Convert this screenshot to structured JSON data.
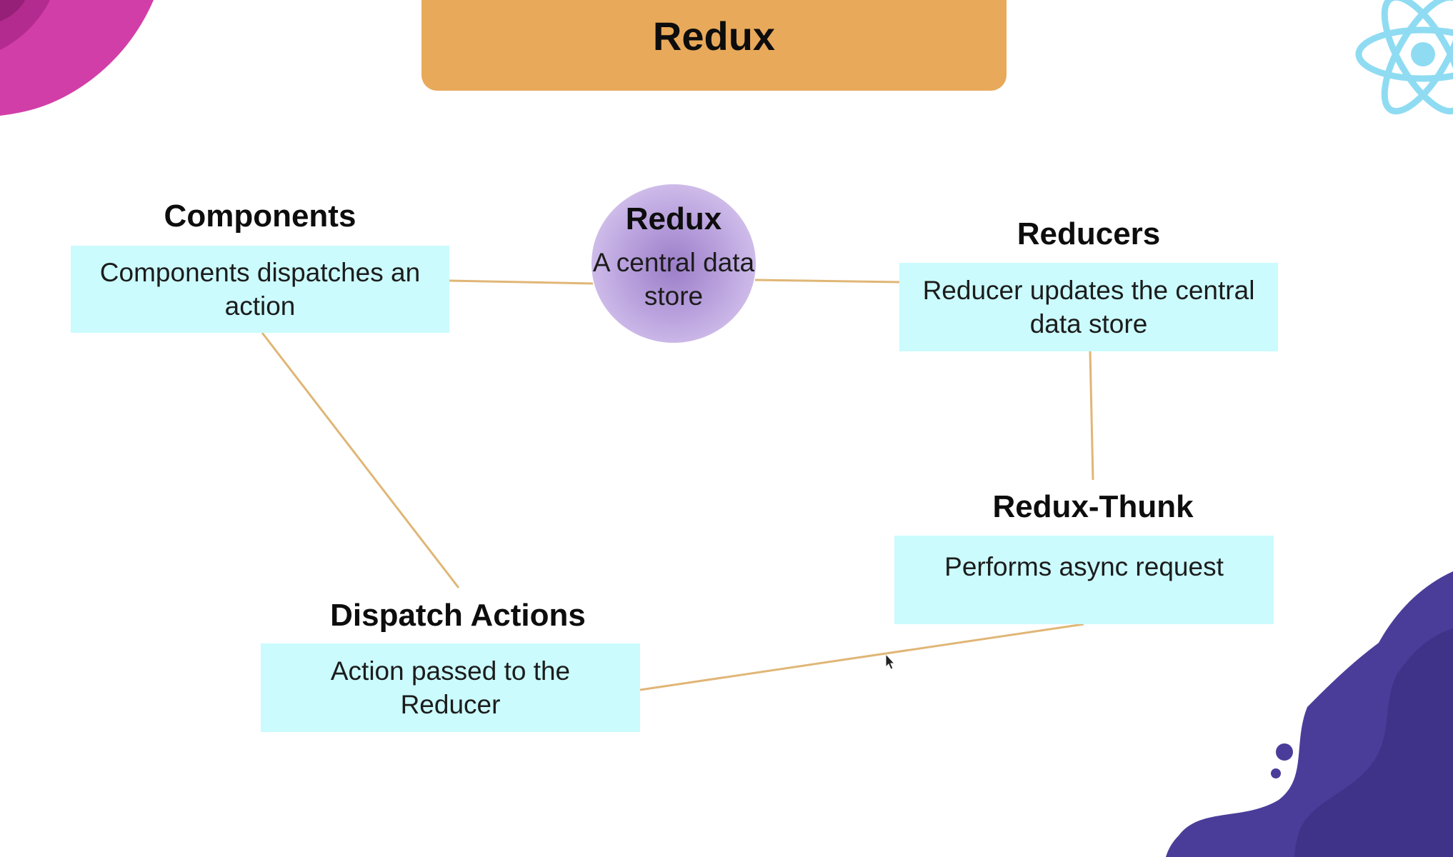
{
  "title": "Redux",
  "hub": {
    "title": "Redux",
    "subtitle": "A central data store"
  },
  "nodes": {
    "components": {
      "heading": "Components",
      "text": "Components dispatches an action"
    },
    "reducers": {
      "heading": "Reducers",
      "text": "Reducer updates the central data store"
    },
    "thunk": {
      "heading": "Redux-Thunk",
      "text": "Performs async request"
    },
    "dispatch": {
      "heading": "Dispatch Actions",
      "text": "Action passed to the Reducer"
    }
  },
  "colors": {
    "banner": "#e8a95a",
    "box_fill": "#cbfbfd",
    "connector": "#e0b676",
    "hub": "#b9a1dd",
    "pink_blob": "#d23ea8",
    "purple_blob": "#4a3d9a",
    "react_logo": "#8fdcf2"
  },
  "icons": [
    "react-logo-icon",
    "mouse-cursor-icon"
  ]
}
